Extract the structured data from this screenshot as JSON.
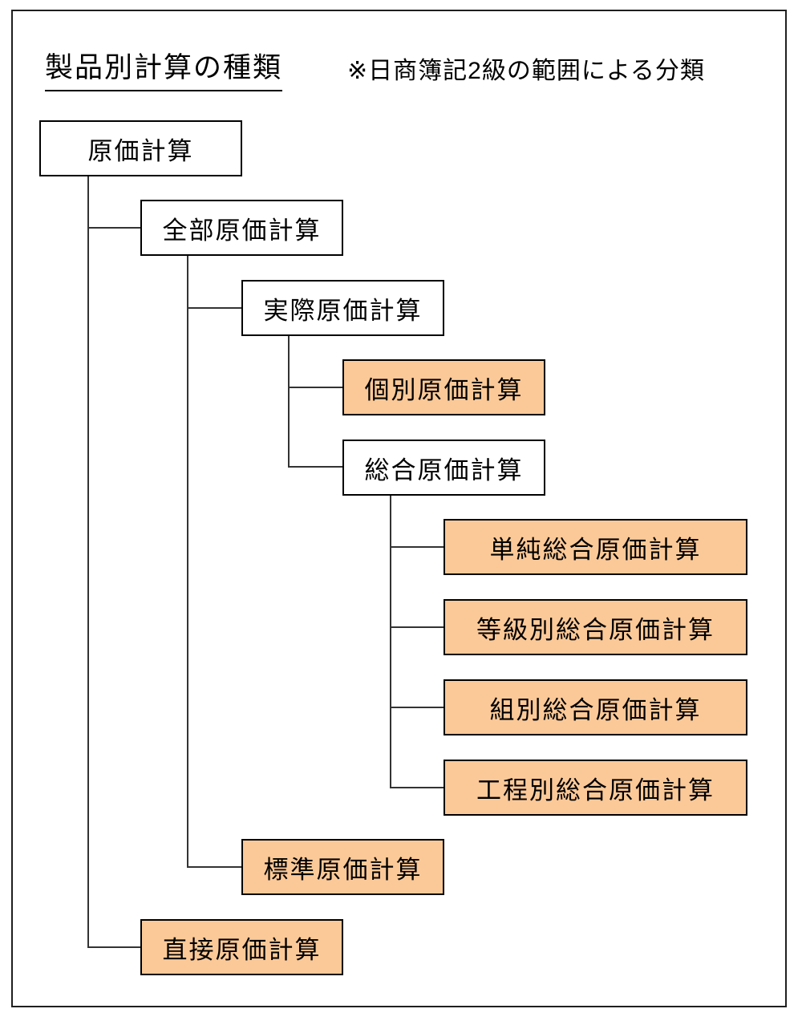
{
  "title": "製品別計算の種類",
  "note": "※日商簿記2級の範囲による分類",
  "colors": {
    "highlight": "#FBC998",
    "box_background": "#FFFFFF",
    "box_border": "#000000",
    "connector": "#333333",
    "page_background": "#FFFFFF"
  },
  "nodes": [
    {
      "label": "原価計算",
      "highlighted": false,
      "level": 0,
      "parent": null
    },
    {
      "label": "全部原価計算",
      "highlighted": false,
      "level": 1,
      "parent": "原価計算"
    },
    {
      "label": "実際原価計算",
      "highlighted": false,
      "level": 2,
      "parent": "全部原価計算"
    },
    {
      "label": "個別原価計算",
      "highlighted": true,
      "level": 3,
      "parent": "実際原価計算"
    },
    {
      "label": "総合原価計算",
      "highlighted": false,
      "level": 3,
      "parent": "実際原価計算"
    },
    {
      "label": "単純総合原価計算",
      "highlighted": true,
      "level": 4,
      "parent": "総合原価計算"
    },
    {
      "label": "等級別総合原価計算",
      "highlighted": true,
      "level": 4,
      "parent": "総合原価計算"
    },
    {
      "label": "組別総合原価計算",
      "highlighted": true,
      "level": 4,
      "parent": "総合原価計算"
    },
    {
      "label": "工程別総合原価計算",
      "highlighted": true,
      "level": 4,
      "parent": "総合原価計算"
    },
    {
      "label": "標準原価計算",
      "highlighted": true,
      "level": 2,
      "parent": "全部原価計算"
    },
    {
      "label": "直接原価計算",
      "highlighted": true,
      "level": 1,
      "parent": "原価計算"
    }
  ]
}
